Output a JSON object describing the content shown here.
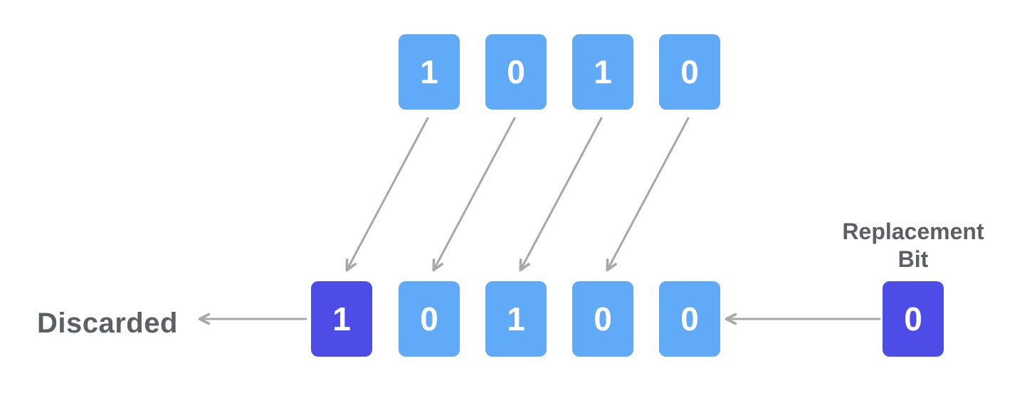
{
  "top_row": {
    "bits": [
      "1",
      "0",
      "1",
      "0"
    ]
  },
  "bottom_row": {
    "discarded_bit": "1",
    "bits": [
      "0",
      "1",
      "0",
      "0"
    ],
    "incoming_bit": "0"
  },
  "labels": {
    "discarded": "Discarded",
    "replacement_bit": "Replacement Bit"
  },
  "colors": {
    "bit_box_blue": "#60AAF8",
    "bit_box_indigo": "#4D4CE6",
    "bit_text": "#FFFFFF",
    "arrow": "#A8A8A8",
    "label_text": "#5C5F63",
    "background": "#FFFFFF"
  }
}
